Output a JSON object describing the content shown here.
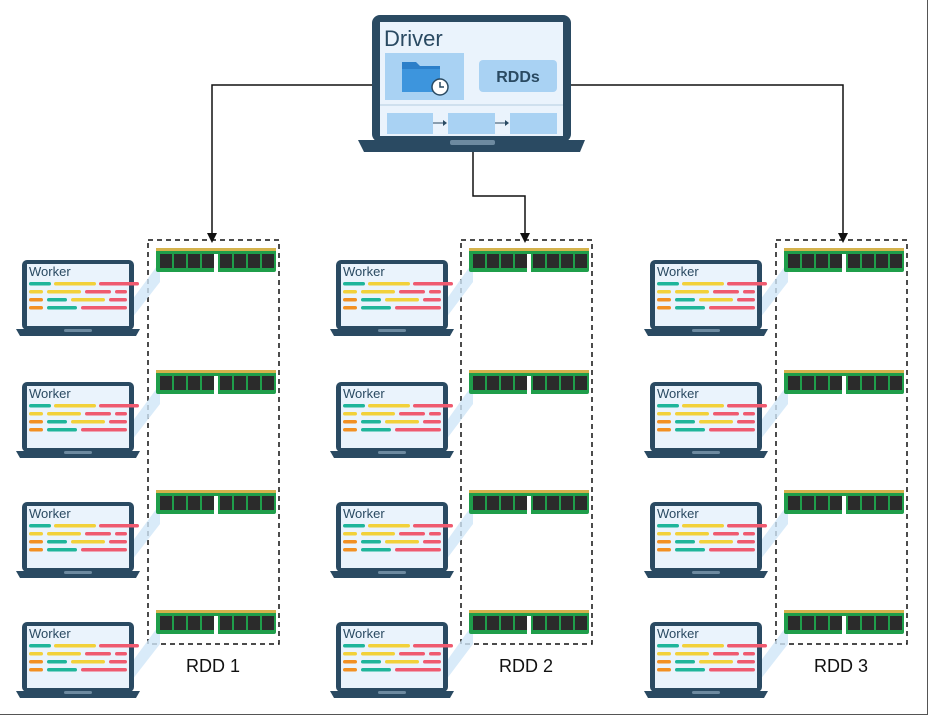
{
  "driver": {
    "title": "Driver",
    "rdds_label": "RDDs",
    "folder_icon": "folder-clock-icon"
  },
  "worker_label": "Worker",
  "clusters": [
    {
      "label": "RDD 1"
    },
    {
      "label": "RDD 2"
    },
    {
      "label": "RDD 3"
    }
  ],
  "workers_per_cluster": 4,
  "colors": {
    "laptop_frame": "#2a4a62",
    "screen_bg": "#eaf3fc",
    "driver_panel": "#a9d2f3",
    "ram_board": "#1f9e4a",
    "ram_chip": "#2b2b2b",
    "ram_gold": "#d4b24c",
    "link_glow": "#cfe6f8",
    "code_yellow": "#f2d13a",
    "code_red": "#ef5a6f",
    "code_teal": "#1fb59a",
    "code_orange": "#f29022",
    "arrow": "#111111",
    "dashed_box": "#111111"
  }
}
